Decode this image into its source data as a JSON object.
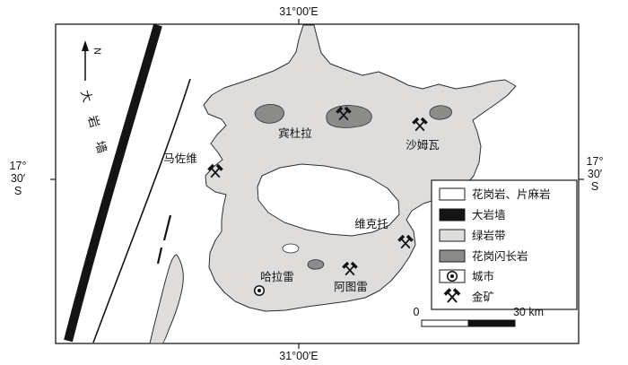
{
  "map": {
    "coordinates": {
      "top": "31°00′E",
      "bottom": "31°00′E",
      "left": [
        "17°",
        "30′",
        "S"
      ],
      "right": [
        "17°",
        "30′",
        "S"
      ]
    },
    "north_label": "N",
    "great_dyke_label": "大岩墙",
    "places": [
      {
        "name": "马佐维",
        "type": "gold-mine"
      },
      {
        "name": "宾杜拉",
        "type": "gold-mine"
      },
      {
        "name": "沙姆瓦",
        "type": "gold-mine"
      },
      {
        "name": "维克托",
        "type": "gold-mine"
      },
      {
        "name": "阿图雷",
        "type": "gold-mine"
      },
      {
        "name": "哈拉雷",
        "type": "city"
      }
    ],
    "legend": [
      {
        "label": "花岗岩、片麻岩",
        "symbol": "granite-gneiss-swatch",
        "color": "#ffffff"
      },
      {
        "label": "大岩墙",
        "symbol": "great-dyke-swatch",
        "color": "#141414"
      },
      {
        "label": "绿岩带",
        "symbol": "greenstone-swatch",
        "color": "#dedddb"
      },
      {
        "label": "花岗闪长岩",
        "symbol": "granodiorite-swatch",
        "color": "#8b8b89"
      },
      {
        "label": "城市",
        "symbol": "city-icon"
      },
      {
        "label": "金矿",
        "symbol": "gold-mine-icon"
      }
    ],
    "scale_bar": {
      "start": "0",
      "end": "30 km"
    },
    "colors": {
      "background": "#ffffff",
      "greenstone": "#dedddb",
      "granodiorite": "#8b8b89",
      "dyke": "#141414"
    }
  }
}
